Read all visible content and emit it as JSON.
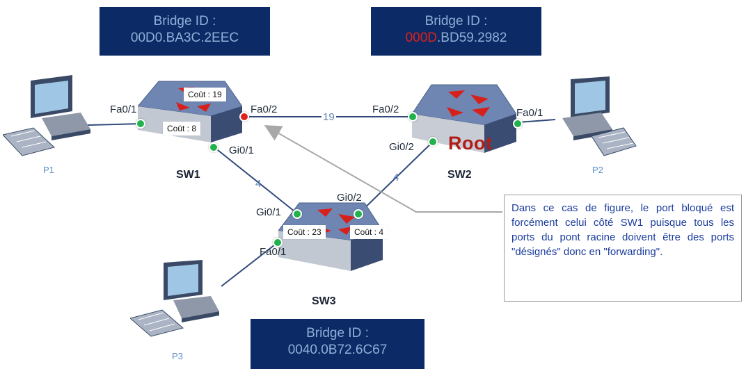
{
  "bridge_ids": {
    "sw1": {
      "label": "Bridge ID :",
      "value": "00D0.BA3C.2EEC"
    },
    "sw2": {
      "label": "Bridge ID :",
      "value_prefix": "000D",
      "value_rest": ".BD59.2982",
      "prefix_color": "#e0201a"
    },
    "sw3": {
      "label": "Bridge ID :",
      "value": "0040.0B72.6C67"
    }
  },
  "switches": {
    "sw1": {
      "name": "SW1"
    },
    "sw2": {
      "name": "SW2",
      "badge": "Root"
    },
    "sw3": {
      "name": "SW3"
    }
  },
  "pcs": {
    "p1": "P1",
    "p2": "P2",
    "p3": "P3"
  },
  "ports": {
    "sw1_fa01": "Fa0/1",
    "sw1_fa02": "Fa0/2",
    "sw1_gi01": "Gi0/1",
    "sw2_fa02": "Fa0/2",
    "sw2_fa01": "Fa0/1",
    "sw2_gi02": "Gi0/2",
    "sw3_gi01": "Gi0/1",
    "sw3_gi02": "Gi0/2",
    "sw3_fa01": "Fa0/1"
  },
  "link_costs": {
    "sw1_sw2": "19",
    "sw1_sw3": "4",
    "sw2_sw3": "4"
  },
  "path_costs": {
    "sw1_fa02": "Coût : 19",
    "sw1_gi01": "Coût : 8",
    "sw3_gi01": "Coût : 23",
    "sw3_gi02": "Coût : 4"
  },
  "port_states": {
    "forwarding_color": "#22b24c",
    "blocked_color": "#e0201a"
  },
  "note": "Dans ce cas de figure, le port bloqué est forcément celui côté SW1 puisque tous les ports du pont racine doivent être des ports \"désignés\" donc en \"forwarding\"."
}
